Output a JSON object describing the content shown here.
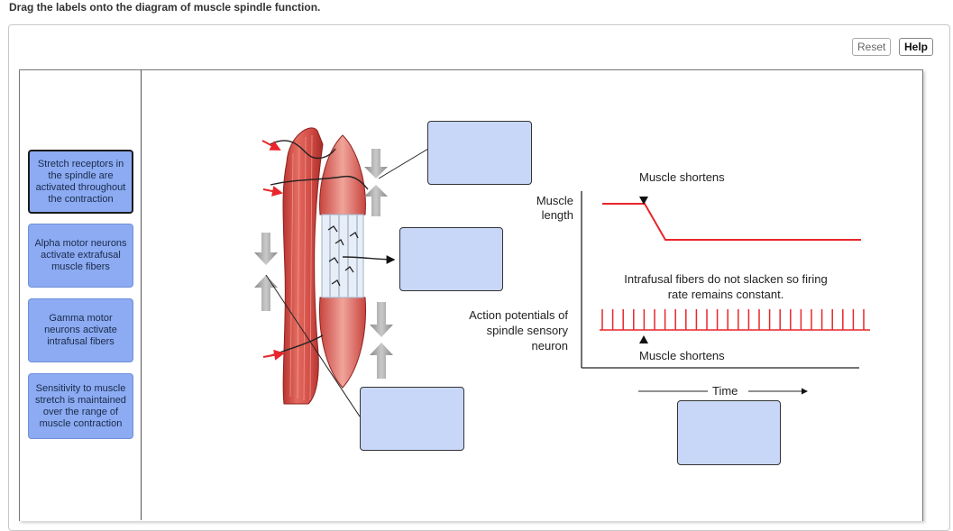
{
  "instructions": "Drag the labels onto the diagram of muscle spindle function.",
  "buttons": {
    "reset": "Reset",
    "help": "Help"
  },
  "labels": [
    {
      "text": "Stretch receptors in the spindle are activated throughout the contraction"
    },
    {
      "text": "Alpha motor neurons activate extrafusal muscle fibers"
    },
    {
      "text": "Gamma motor neurons activate intrafusal fibers"
    },
    {
      "text": "Sensitivity to muscle stretch is maintained over the range of muscle contraction"
    }
  ],
  "graph": {
    "muscle_length_label": "Muscle length",
    "action_potentials_label": "Action potentials of spindle sensory neuron",
    "shortens_top": "Muscle shortens",
    "shortens_bottom": "Muscle shortens",
    "note": "Intrafusal fibers do not slacken so firing rate remains constant.",
    "time_label": "Time"
  },
  "colors": {
    "label_bg": "#8cabf2",
    "drop_bg": "#c8d7f8",
    "graph_red": "#e8262b",
    "muscle": "#d9534f"
  }
}
